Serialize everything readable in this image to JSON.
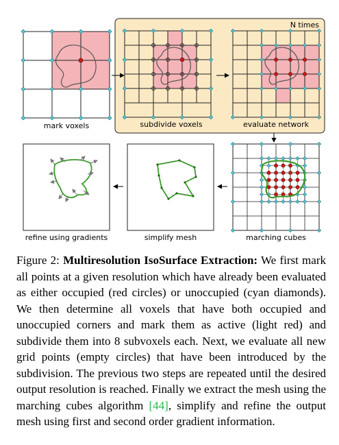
{
  "figure": {
    "panels": {
      "mark_voxels": "mark voxels",
      "subdivide_voxels": "subdivide voxels",
      "evaluate_network": "evaluate network",
      "marching_cubes": "marching cubes",
      "simplify_mesh": "simplify mesh",
      "refine_using_gradients": "refine using gradients"
    },
    "loop_label": "N times",
    "colors": {
      "active_voxel": "#f4b4b8",
      "loop_box": "#fbe9c4",
      "occupied": "#cc1a1a",
      "unoccupied": "#5bc8d8",
      "mesh": "#3a9a2a",
      "gradient_arrow": "#777777"
    }
  },
  "caption": {
    "label": "Figure 2: ",
    "title": "Multiresolution IsoSurface Extraction:",
    "text_before_cite": " We first mark all points at a given resolution which have already been evaluated as either occupied (red circles) or unoccupied (cyan diamonds). We then determine all voxels that have both occupied and unoccupied corners and mark them as active (light red) and subdivide them into 8 subvoxels each. Next, we evaluate all new grid points (empty circles) that have been introduced by the subdivision. The previous two steps are repeated until the desired output resolution is reached. Finally we extract the mesh using the marching cubes algorithm ",
    "cite": "[44]",
    "text_after_cite": ", simplify and refine the output mesh using first and second order gradient information."
  }
}
